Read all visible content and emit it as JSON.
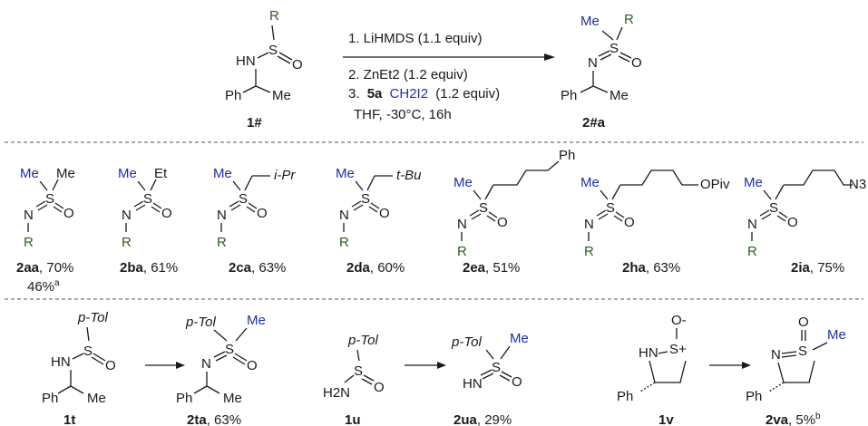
{
  "colors": {
    "methyl": "#1f2fa8",
    "r_group": "#2e5e1e",
    "text": "#1a1a1a"
  },
  "atoms": {
    "R": "R",
    "HN": "HN",
    "S": "S",
    "O": "O",
    "N": "N",
    "Ph": "Ph",
    "Me": "Me",
    "Et": "Et",
    "iPr": "i-Pr",
    "tBu": "t-Bu",
    "OPiv": "OPiv",
    "N3": "N3",
    "pTol": "p-Tol",
    "H2N": "H2N",
    "S_plus": "S+",
    "O_minus": "O-"
  },
  "reaction": {
    "step1": "1. LiHMDS (1.1 equiv)",
    "step2": "2. ZnEt2 (1.2 equiv)",
    "step3_prefix": "3.",
    "step3_reagent": "5a",
    "step3_ch2i2": "CH2I2",
    "step3_suffix": "(1.2 equiv)",
    "step4": "THF, -30°C, 16h",
    "sm_label": "1#",
    "prod_label": "2#a"
  },
  "row1": [
    {
      "id": "2aa",
      "yield": ", 70%",
      "extra": "46%",
      "extra_sup": "a"
    },
    {
      "id": "2ba",
      "yield": ", 61%"
    },
    {
      "id": "2ca",
      "yield": ", 63%"
    },
    {
      "id": "2da",
      "yield": ", 60%"
    },
    {
      "id": "2ea",
      "yield": ", 51%"
    },
    {
      "id": "2ha",
      "yield": ", 63%"
    },
    {
      "id": "2ia",
      "yield": ", 75%"
    }
  ],
  "row2": {
    "t": {
      "sm": "1t",
      "prod": "2ta",
      "yield": ", 63%"
    },
    "u": {
      "sm": "1u",
      "prod": "2ua",
      "yield": ", 29%"
    },
    "v": {
      "sm": "1v",
      "prod": "2va",
      "yield": ", 5%",
      "sup": "b"
    }
  }
}
